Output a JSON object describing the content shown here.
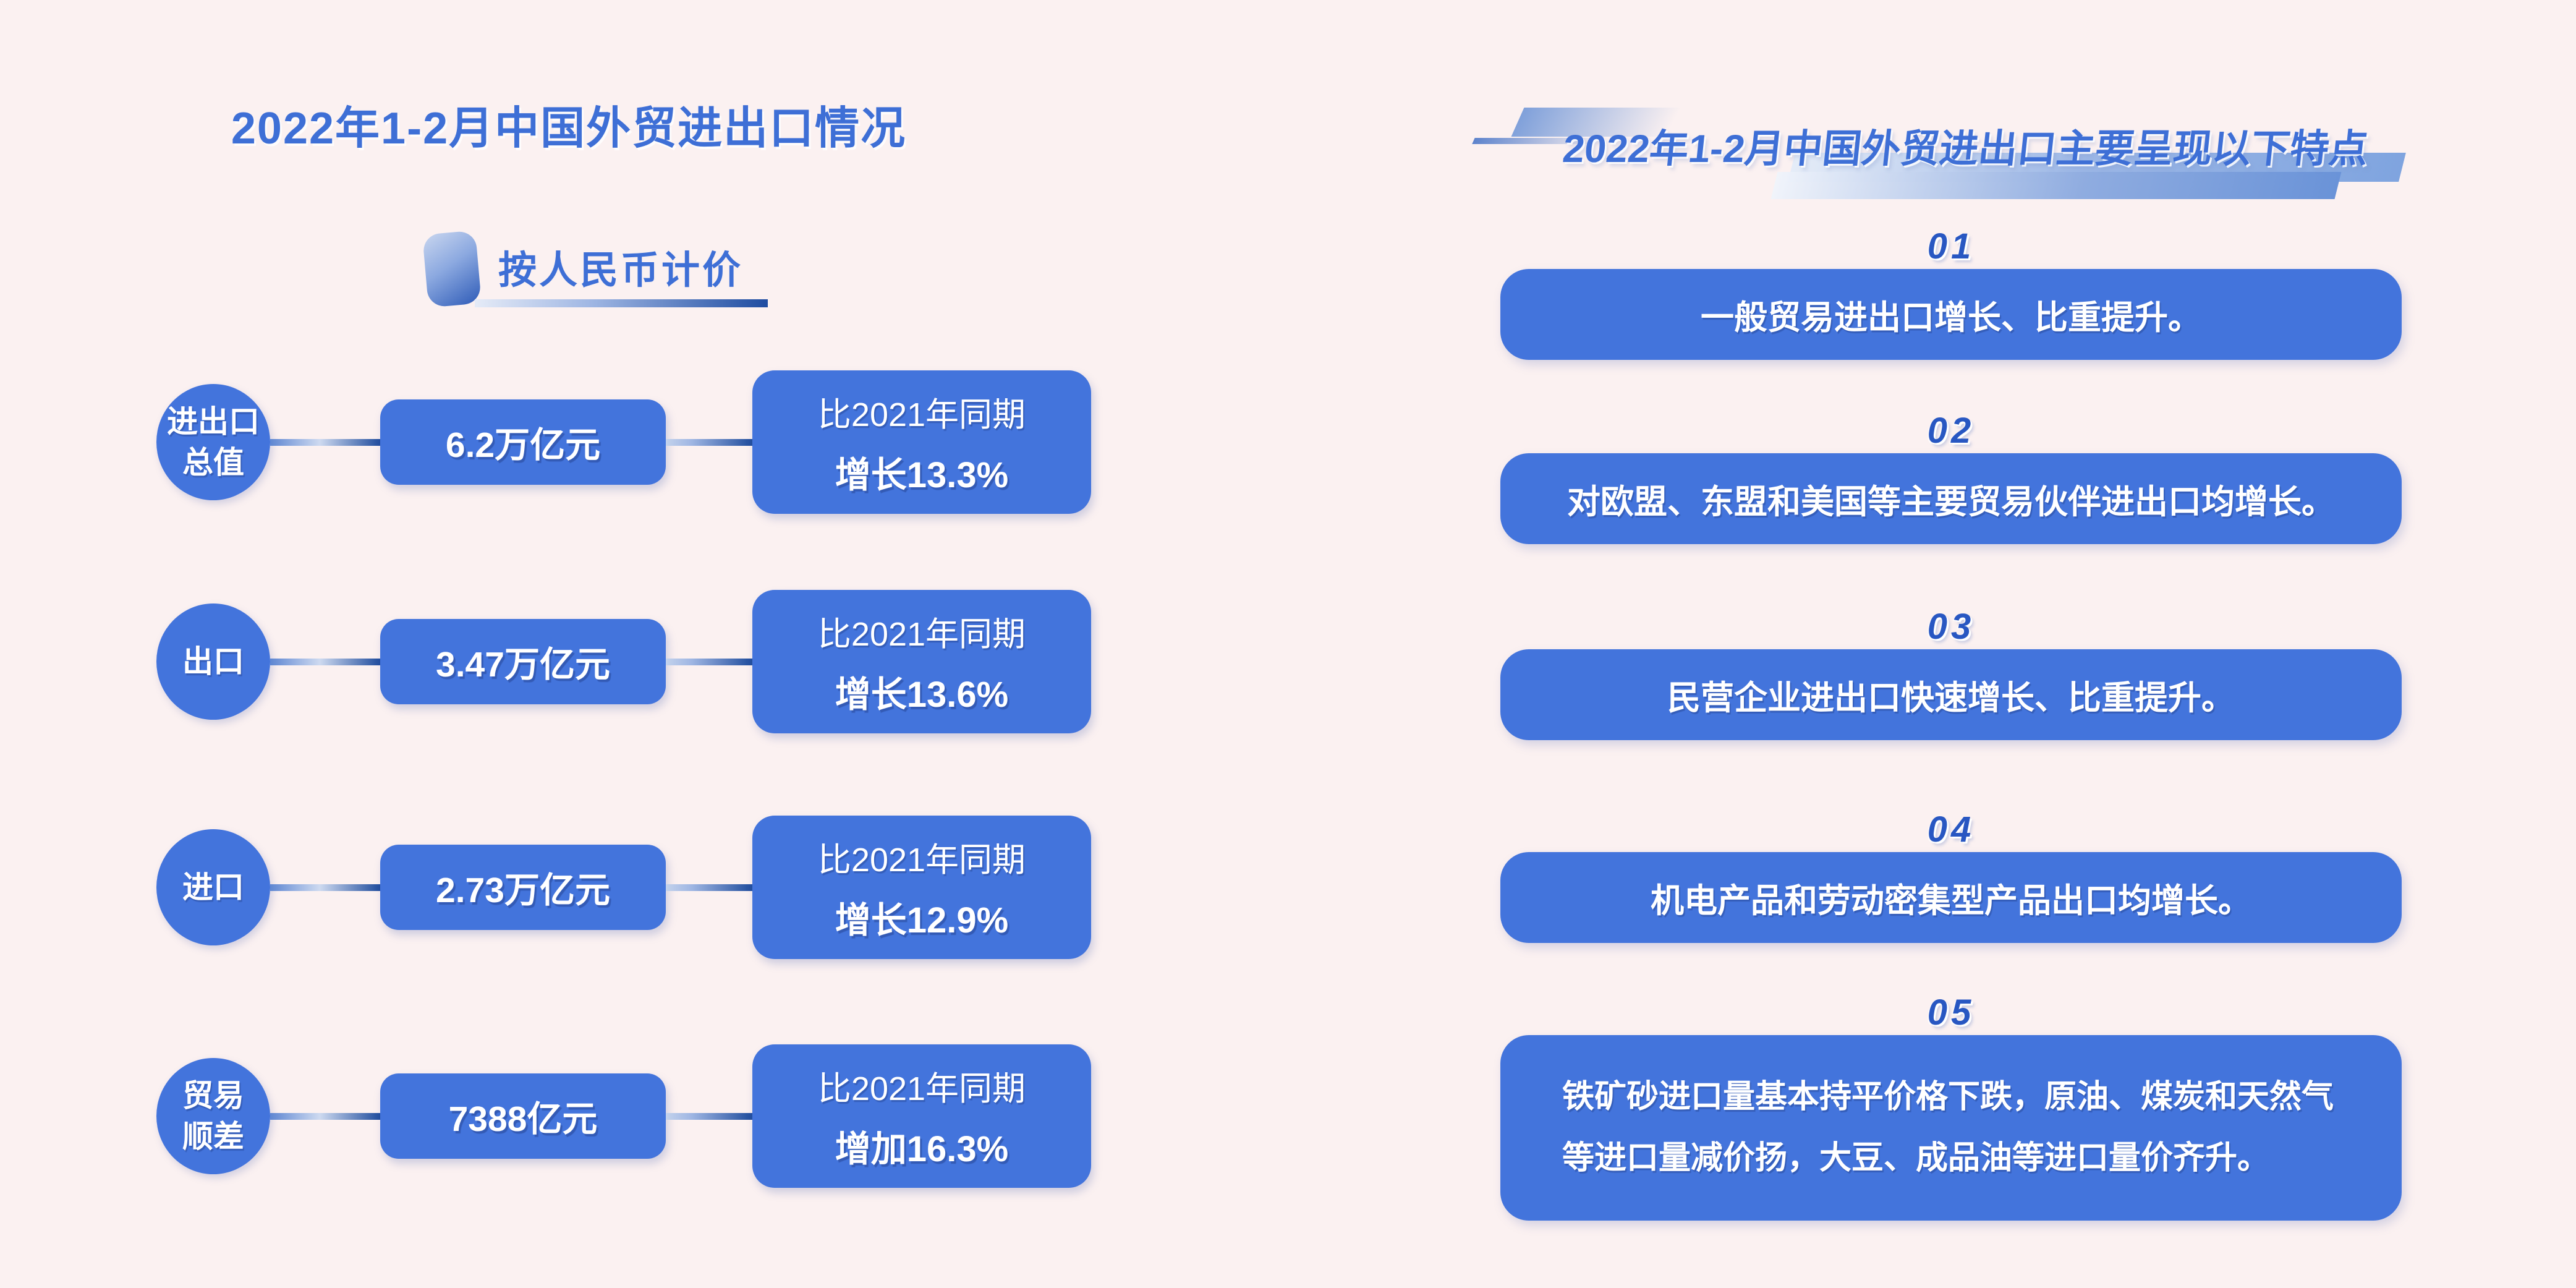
{
  "colors": {
    "background": "#FBF1F1",
    "box_blue": "#4374DC",
    "title_blue": "#3E6FD6",
    "number_blue": "#2857C2",
    "connector_dark": "#1F4C9D",
    "connector_light": "#CEDAF0"
  },
  "left_panel": {
    "title": "2022年1-2月中国外贸进出口情况",
    "subtitle": "按人民币计价",
    "rows": [
      {
        "label": "进出口\n总值",
        "value": "6.2万亿元",
        "compare_line1": "比2021年同期",
        "compare_line2": "增长13.3%"
      },
      {
        "label": "出口",
        "value": "3.47万亿元",
        "compare_line1": "比2021年同期",
        "compare_line2": "增长13.6%"
      },
      {
        "label": "进口",
        "value": "2.73万亿元",
        "compare_line1": "比2021年同期",
        "compare_line2": "增长12.9%"
      },
      {
        "label": "贸易\n顺差",
        "value": "7388亿元",
        "compare_line1": "比2021年同期",
        "compare_line2": "增加16.3%"
      }
    ]
  },
  "right_panel": {
    "title": "2022年1-2月中国外贸进出口主要呈现以下特点",
    "items": [
      {
        "number": "01",
        "text": "一般贸易进出口增长、比重提升。"
      },
      {
        "number": "02",
        "text": "对欧盟、东盟和美国等主要贸易伙伴进出口均增长。"
      },
      {
        "number": "03",
        "text": "民营企业进出口快速增长、比重提升。"
      },
      {
        "number": "04",
        "text": "机电产品和劳动密集型产品出口均增长。"
      },
      {
        "number": "05",
        "text": "铁矿砂进口量基本持平价格下跌，原油、煤炭和天然气等进口量减价扬，大豆、成品油等进口量价齐升。"
      }
    ]
  },
  "chart_data": {
    "type": "table",
    "title": "2022年1-2月中国外贸进出口情况（按人民币计价）",
    "categories": [
      "进出口总值",
      "出口",
      "进口",
      "贸易顺差"
    ],
    "values": [
      "6.2万亿元",
      "3.47万亿元",
      "2.73万亿元",
      "7388亿元"
    ],
    "yoy_change": [
      "增长13.3%",
      "增长13.6%",
      "增长12.9%",
      "增加16.3%"
    ],
    "comparison_base": "比2021年同期"
  }
}
